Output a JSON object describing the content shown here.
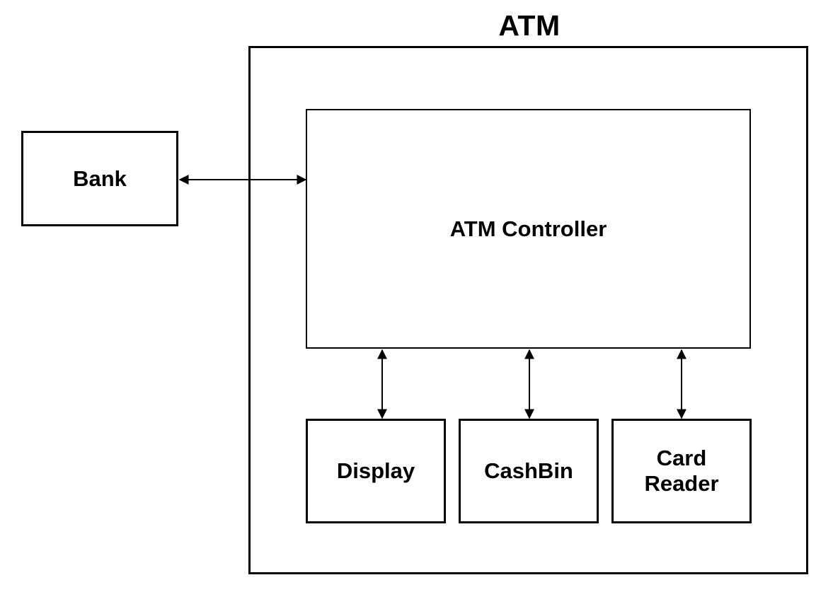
{
  "diagram": {
    "title": "ATM",
    "type": "block-diagram",
    "background_color": "#ffffff",
    "stroke_color": "#000000",
    "boundary_label": "ATM",
    "nodes": [
      {
        "id": "bank",
        "label": "Bank",
        "inside_boundary": false
      },
      {
        "id": "controller",
        "label": "ATM Controller",
        "inside_boundary": true
      },
      {
        "id": "display",
        "label": "Display",
        "inside_boundary": true
      },
      {
        "id": "cashbin",
        "label": "CashBin",
        "inside_boundary": true
      },
      {
        "id": "cardreader",
        "label_line1": "Card",
        "label_line2": "Reader",
        "label": "Card Reader",
        "inside_boundary": true
      }
    ],
    "connections": [
      {
        "id": "bank-controller",
        "from": "bank",
        "to": "controller",
        "arrows": "both",
        "orientation": "horizontal"
      },
      {
        "id": "controller-display",
        "from": "controller",
        "to": "display",
        "arrows": "both",
        "orientation": "vertical"
      },
      {
        "id": "controller-cashbin",
        "from": "controller",
        "to": "cashbin",
        "arrows": "both",
        "orientation": "vertical"
      },
      {
        "id": "controller-cardreader",
        "from": "controller",
        "to": "cardreader",
        "arrows": "both",
        "orientation": "vertical"
      }
    ]
  }
}
